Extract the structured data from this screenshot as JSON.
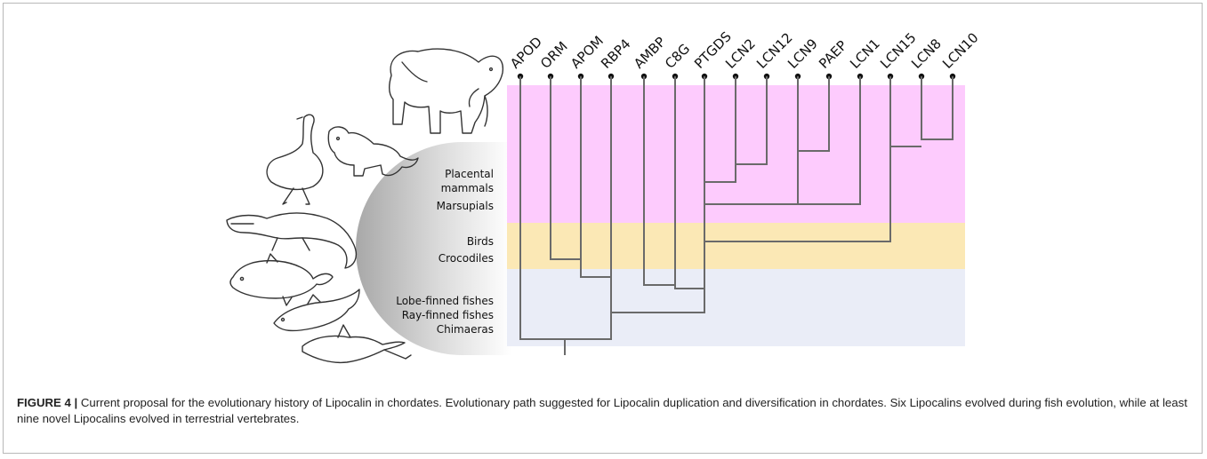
{
  "genes": [
    "APOD",
    "ORM",
    "APOM",
    "RBP4",
    "AMBP",
    "C8G",
    "PTGDS",
    "LCN2",
    "LCN12",
    "LCN9",
    "PAEP",
    "LCN1",
    "LCN15",
    "LCN8",
    "LCN10"
  ],
  "bands": {
    "mammals": {
      "color": "#fdcbfd"
    },
    "archosaurs": {
      "color": "#fbe8b5"
    },
    "fishes": {
      "color": "#eaedf7"
    }
  },
  "groups": {
    "placental": "Placental",
    "mammals": "mammals",
    "marsupials": "Marsupials",
    "birds": "Birds",
    "crocodiles": "Crocodiles",
    "lobe_finned": "Lobe-finned fishes",
    "ray_finned": "Ray-finned fishes",
    "chimaeras": "Chimaeras"
  },
  "animals": [
    "elephant-drawing",
    "emu-drawing",
    "tasmanian-devil-drawing",
    "crocodile-drawing",
    "coelacanth-drawing",
    "salmon-drawing",
    "chimaera-drawing"
  ],
  "caption": {
    "label": "FIGURE 4 |",
    "text": " Current proposal for the evolutionary history of Lipocalin in chordates. Evolutionary path suggested for Lipocalin duplication and diversification in chordates. Six Lipocalins evolved during fish evolution, while at least nine novel Lipocalins evolved in terrestrial vertebrates."
  }
}
